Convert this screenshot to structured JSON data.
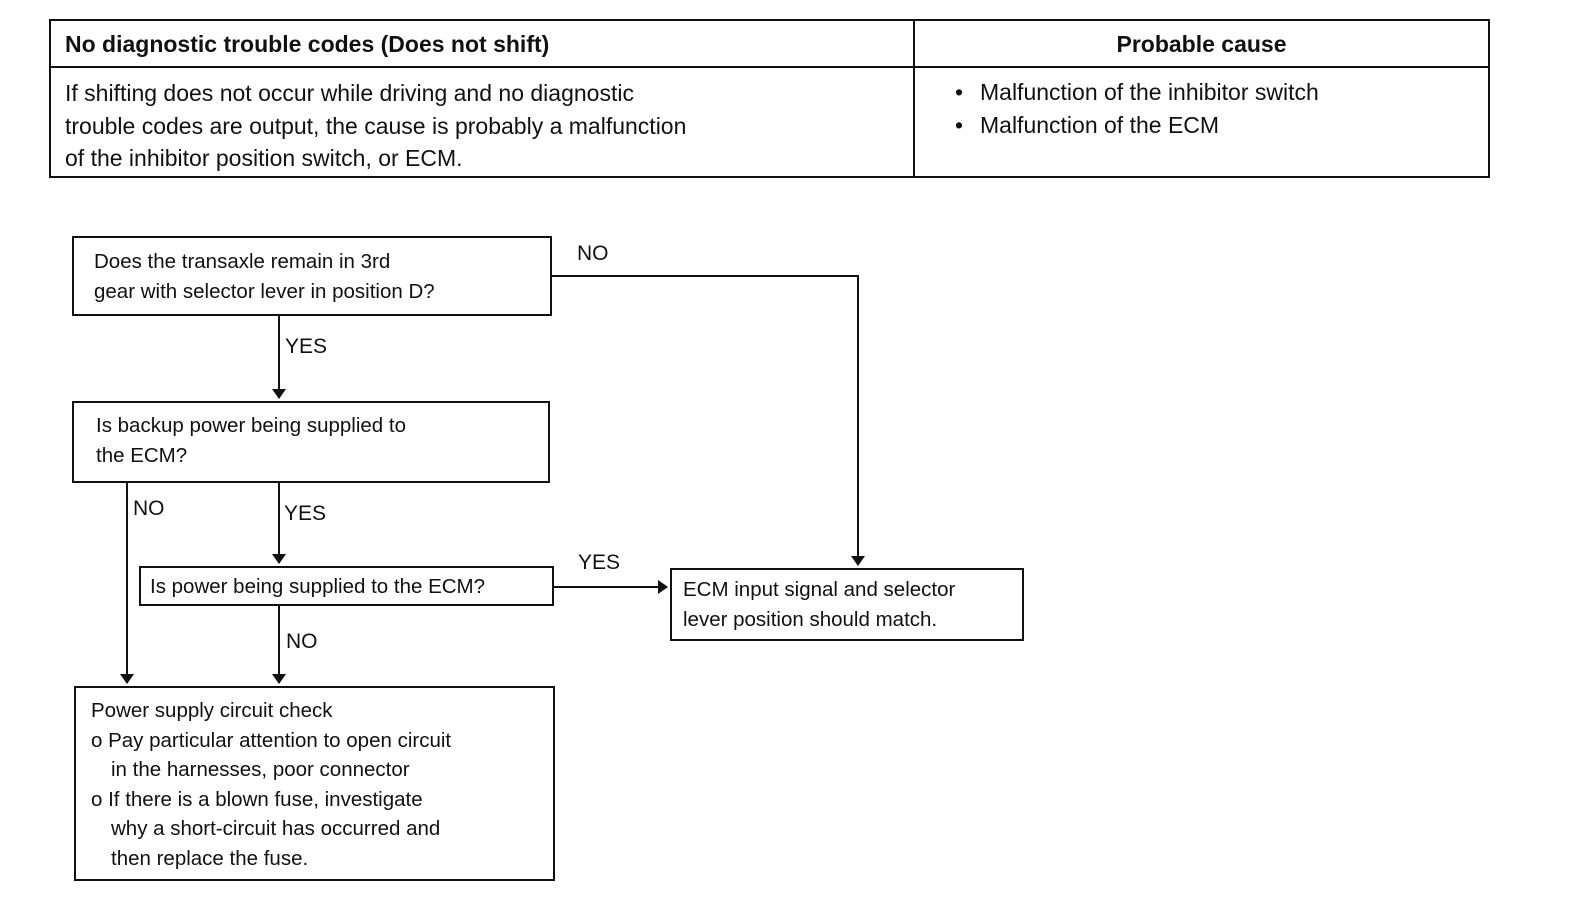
{
  "table": {
    "header_left": "No diagnostic trouble codes (Does not shift)",
    "header_right": "Probable cause",
    "description_lines": [
      "If shifting does not occur while driving and no diagnostic",
      "trouble codes are output, the cause is probably a malfunction",
      "of the inhibitor position switch, or ECM."
    ],
    "causes": [
      "Malfunction of the inhibitor switch",
      "Malfunction of the ECM"
    ]
  },
  "flowchart": {
    "q1": {
      "lines": [
        "Does the transaxle remain in 3rd",
        "gear with selector lever in position D?"
      ]
    },
    "q2": {
      "lines": [
        "Is backup power being supplied to",
        "the ECM?"
      ]
    },
    "q3": {
      "lines": [
        "Is power being supplied to the ECM?"
      ]
    },
    "result_match": {
      "lines": [
        "ECM input signal and selector",
        "lever position should match."
      ]
    },
    "result_power": {
      "title": "Power supply circuit check",
      "items": [
        {
          "marker": "o",
          "lines": [
            "Pay particular attention to open circuit",
            "in the harnesses, poor connector"
          ]
        },
        {
          "marker": "o",
          "lines": [
            "If there is a blown fuse, investigate",
            "why a short-circuit has occurred and",
            "then replace the fuse."
          ]
        }
      ]
    },
    "labels": {
      "q1_no": "NO",
      "q1_yes": "YES",
      "q2_no": "NO",
      "q2_yes": "YES",
      "q3_yes": "YES",
      "q3_no": "NO"
    }
  }
}
